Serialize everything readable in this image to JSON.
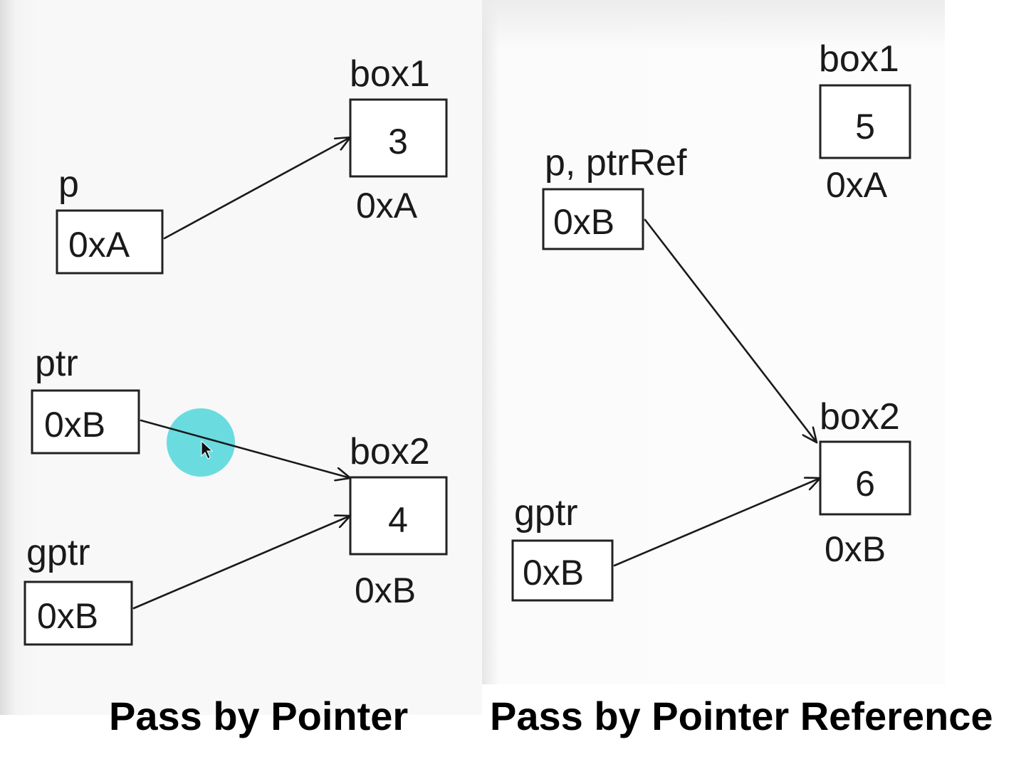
{
  "left": {
    "caption": "Pass by Pointer",
    "box1": {
      "name": "box1",
      "value": "3",
      "address": "0xA"
    },
    "box2": {
      "name": "box2",
      "value": "4",
      "address": "0xB"
    },
    "p": {
      "name": "p",
      "value": "0xA"
    },
    "ptr": {
      "name": "ptr",
      "value": "0xB"
    },
    "gptr": {
      "name": "gptr",
      "value": "0xB"
    }
  },
  "right": {
    "caption": "Pass by Pointer Reference",
    "box1": {
      "name": "box1",
      "value": "5",
      "address": "0xA"
    },
    "box2": {
      "name": "box2",
      "value": "6",
      "address": "0xB"
    },
    "p_ptrRef": {
      "name": "p, ptrRef",
      "value": "0xB"
    },
    "gptr": {
      "name": "gptr",
      "value": "0xB"
    }
  },
  "colors": {
    "line": "#1a1a1a",
    "cursor_highlight": "#5ad8dd"
  },
  "icons": [
    "mouse-cursor-icon"
  ]
}
